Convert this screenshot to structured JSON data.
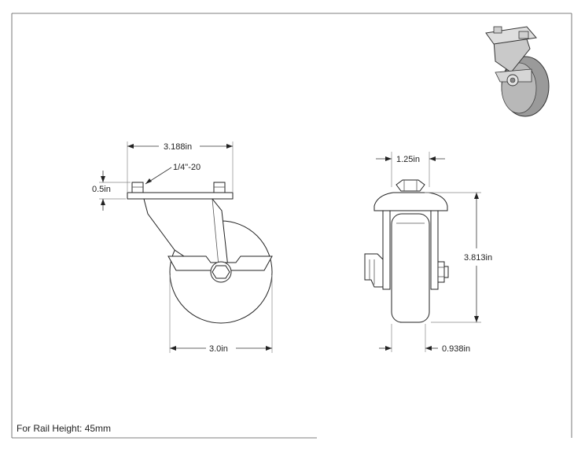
{
  "drawing": {
    "dimensions": {
      "plate_width": "3.188in",
      "thread": "1/4\"-20",
      "plate_height": "0.5in",
      "wheel_diameter": "3.0in",
      "wheel_width": "1.25in",
      "overall_height": "3.813in",
      "offset": "0.938in"
    },
    "note": "For Rail Height: 45mm"
  }
}
